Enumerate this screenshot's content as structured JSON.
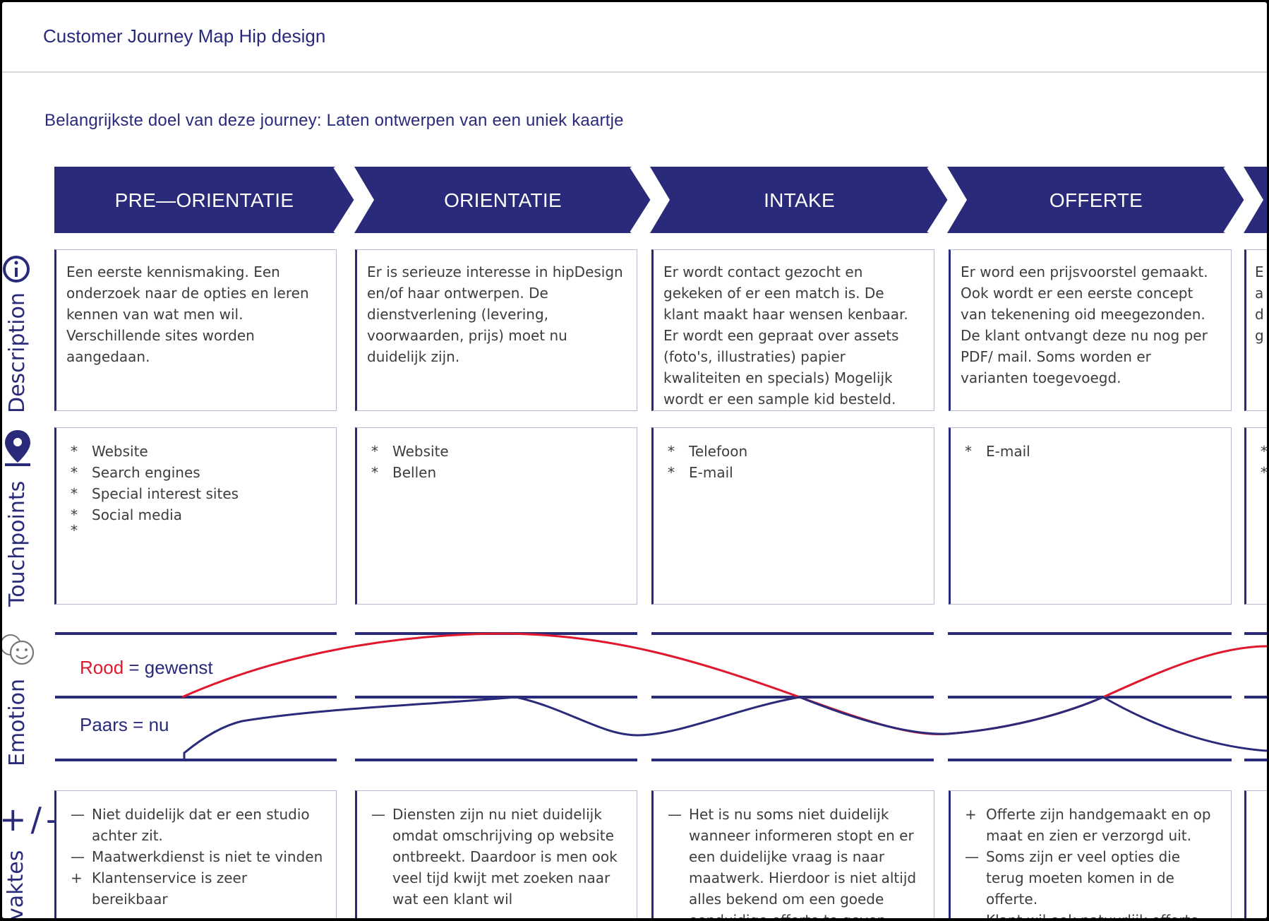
{
  "title": "Customer Journey Map Hip design",
  "goal": "Belangrijkste doel van deze journey: Laten ontwerpen van een uniek kaartje",
  "phases": [
    {
      "label": "PRE—ORIENTATIE"
    },
    {
      "label": "ORIENTATIE"
    },
    {
      "label": "INTAKE"
    },
    {
      "label": "OFFERTE"
    }
  ],
  "rows": {
    "description": "Description",
    "touchpoints": "Touchpoints",
    "emotion": "Emotion",
    "pluses": "+/-",
    "actions": "vaktes"
  },
  "descriptions": [
    "Een eerste kennismaking.  Een onderzoek naar de opties en leren kennen van wat men wil. Verschillende sites worden aangedaan.",
    "Er is serieuze interesse in hipDesign en/of haar ontwerpen. De dienstverlening (levering, voorwaarden, prijs) moet nu duidelijk zijn.",
    "Er wordt contact gezocht en gekeken of er een match is. De klant maakt haar  wensen kenbaar. Er wordt een gepraat over assets (foto's, illustraties) papier kwaliteiten en specials) Mogelijk wordt er een sample kid besteld.",
    "Er word een prijsvoorstel gemaakt. Ook wordt er een eerste concept van tekenening oid meegezonden. De klant ontvangt deze nu nog per PDF/ mail. Soms worden er varianten toegevoegd.",
    "E a d g"
  ],
  "touchpoints": [
    [
      "Website",
      "Search engines",
      "Special interest sites",
      "Social media",
      ""
    ],
    [
      "Website",
      "Bellen"
    ],
    [
      "Telefoon",
      "E-mail"
    ],
    [
      "E-mail"
    ]
  ],
  "touch_mark": "*",
  "emotion_legend": {
    "red_word": "Rood",
    "red_rest": "= gewenst",
    "purple_word": "Paars",
    "purple_rest": "= nu",
    "red_color": "#e0182d",
    "purple_color": "#2a2a7a"
  },
  "pros_cons": [
    [
      {
        "sign": "—",
        "text": "Niet duidelijk dat er een studio achter zit."
      },
      {
        "sign": "—",
        "text": "Maatwerkdienst is niet te vinden"
      },
      {
        "sign": "+",
        "text": "Klantenservice is zeer bereikbaar"
      }
    ],
    [
      {
        "sign": "—",
        "text": "Diensten zijn nu niet duidelijk omdat omschrijving op website ontbreekt. Daardoor is men ook veel tijd kwijt met zoeken naar wat een klant wil"
      }
    ],
    [
      {
        "sign": "—",
        "text": "Het is nu soms niet duidelijk wanneer informeren stopt en er een duidelijke vraag is naar maatwerk. Hierdoor is niet altijd alles bekend om een goede eenduidige offerte te geven."
      }
    ],
    [
      {
        "sign": "+",
        "text": "Offerte zijn handgemaakt en op maat en zien er verzorgd uit."
      },
      {
        "sign": "—",
        "text": "Soms zijn er veel opties die terug moeten komen in de offerte."
      },
      {
        "sign": "—",
        "text": "Klant wil ook natuurlijk offerte inclusief print dus dat maakt het"
      }
    ]
  ],
  "colors": {
    "navy": "#2a2a7a",
    "red": "#e0182d"
  },
  "icons": [
    "info-icon",
    "location-pin-icon",
    "smiley-icon"
  ]
}
